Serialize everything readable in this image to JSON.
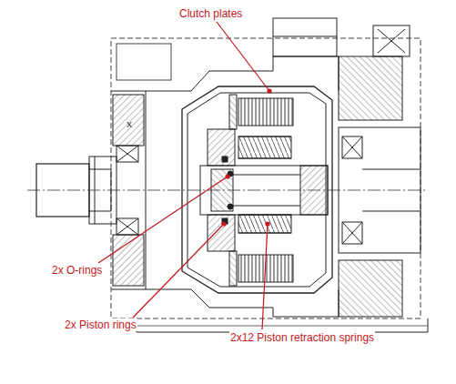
{
  "diagram": {
    "labels": [
      "Clutch plates",
      "2x O-rings",
      "2x Piston rings",
      "2x12 Piston retraction springs",
      "X"
    ]
  }
}
